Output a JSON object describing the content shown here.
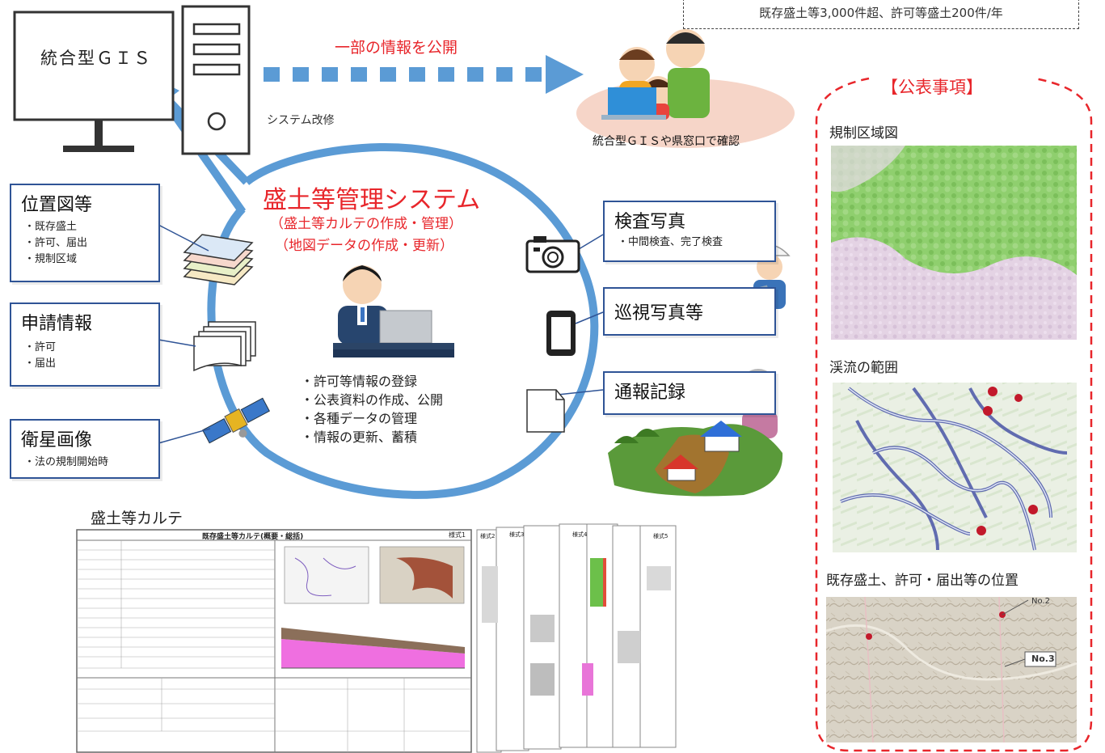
{
  "top_note": "既存盛土等3,000件超、許可等盛土200件/年",
  "gis": {
    "label": "統合型ＧＩＳ",
    "modification": "システム改修"
  },
  "publish": {
    "label": "一部の情報を公開",
    "confirm": "統合型ＧＩＳや県窓口で確認"
  },
  "center": {
    "title": "盛土等管理システム",
    "sub1": "（盛土等カルテの作成・管理）",
    "sub2": "（地図データの作成・更新）",
    "tasks": [
      "・許可等情報の登録",
      "・公表資料の作成、公開",
      "・各種データの管理",
      "・情報の更新、蓄積"
    ]
  },
  "inputs": [
    {
      "title": "位置図等",
      "items": [
        "・既存盛土",
        "・許可、届出",
        "・規制区域"
      ]
    },
    {
      "title": "申請情報",
      "items": [
        "・許可",
        "・届出"
      ]
    },
    {
      "title": "衛星画像",
      "items": [
        "・法の規制開始時"
      ]
    }
  ],
  "photos": [
    {
      "title": "検査写真",
      "items": [
        "・中間検査、完了検査"
      ]
    },
    {
      "title": "巡視写真等",
      "items": []
    },
    {
      "title": "通報記録",
      "items": []
    }
  ],
  "karte": {
    "label": "盛土等カルテ",
    "doc_title": "既存盛土等カルテ(概要・総括)",
    "page_marks": [
      "様式1",
      "様式2",
      "様式3",
      "様式4",
      "様式5"
    ]
  },
  "public_items": {
    "heading": "【公表事項】",
    "items": [
      "規制区域図",
      "渓流の範囲",
      "既存盛土、許可・届出等の位置"
    ],
    "map_labels": [
      "No.2",
      "No.3"
    ]
  },
  "colors": {
    "accent_red": "#e8262b",
    "box_border": "#2f5496",
    "ring_blue": "#5b9bd5"
  }
}
